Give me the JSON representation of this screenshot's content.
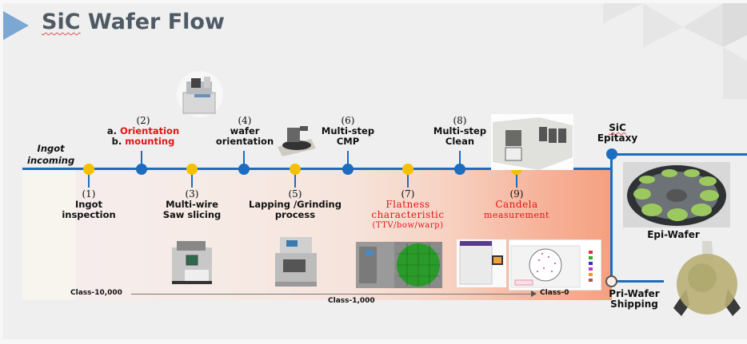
{
  "header": {
    "title_part1": "SiC",
    "title_part2": " Wafer Flow"
  },
  "colors": {
    "timeline": "#1c6cc0",
    "dot_yellow": "#f5c000",
    "dot_blue": "#1c6cc0",
    "accent_red": "#e41414",
    "title_arrow": "#7ba7d2",
    "title_text": "#505a64"
  },
  "start_label": {
    "line1": "Ingot",
    "line2": "incoming"
  },
  "steps": [
    {
      "num": "(1)",
      "line1": "Ingot",
      "line2": "inspection",
      "position": "below",
      "dot": "yellow"
    },
    {
      "num": "(2)",
      "line1_prefix": "a. ",
      "line1": "Orientation",
      "line2_prefix": "b. ",
      "line2": "mounting",
      "position": "above",
      "dot": "blue"
    },
    {
      "num": "(3)",
      "line1": "Multi-wire",
      "line2": "Saw slicing",
      "position": "below",
      "dot": "yellow"
    },
    {
      "num": "(4)",
      "line1": "wafer",
      "line2": "orientation",
      "position": "above",
      "dot": "blue"
    },
    {
      "num": "(5)",
      "line1": "Lapping /Grinding",
      "line2": "process",
      "position": "below",
      "dot": "yellow"
    },
    {
      "num": "(6)",
      "line1": "Multi-step",
      "line2": "CMP",
      "position": "above",
      "dot": "blue"
    },
    {
      "num": "(7)",
      "line1": "Flatness",
      "line2": "characteristic",
      "line3": "(TTV/bow/warp)",
      "position": "below",
      "dot": "yellow"
    },
    {
      "num": "(8)",
      "line1": "Multi-step",
      "line2": "Clean",
      "position": "above",
      "dot": "blue"
    },
    {
      "num": "(9)",
      "line1": "Candela",
      "line2": "measurement",
      "position": "below",
      "dot": "yellow"
    }
  ],
  "branches": {
    "epitaxy": {
      "line1": "SiC",
      "line2": "Epitaxy"
    },
    "epi_wafer": "Epi-Wafer",
    "shipping": {
      "line1": "Pri-Wafer",
      "line2": "Shipping"
    }
  },
  "cleanroom": {
    "class_10000": "Class-10,000",
    "class_1000": "Class-1,000",
    "class_0": "Class-0"
  },
  "images": [
    {
      "name": "orientation-mounting-machine"
    },
    {
      "name": "wafer-orientation-machine"
    },
    {
      "name": "multi-wire-saw-machine"
    },
    {
      "name": "lapping-grinding-machine"
    },
    {
      "name": "flatness-tool"
    },
    {
      "name": "flatness-wafer-map"
    },
    {
      "name": "clean-line-machine"
    },
    {
      "name": "candela-tool"
    },
    {
      "name": "candela-defect-map-window"
    },
    {
      "name": "epi-wafer-susceptor"
    },
    {
      "name": "pri-wafer-on-stand"
    }
  ]
}
